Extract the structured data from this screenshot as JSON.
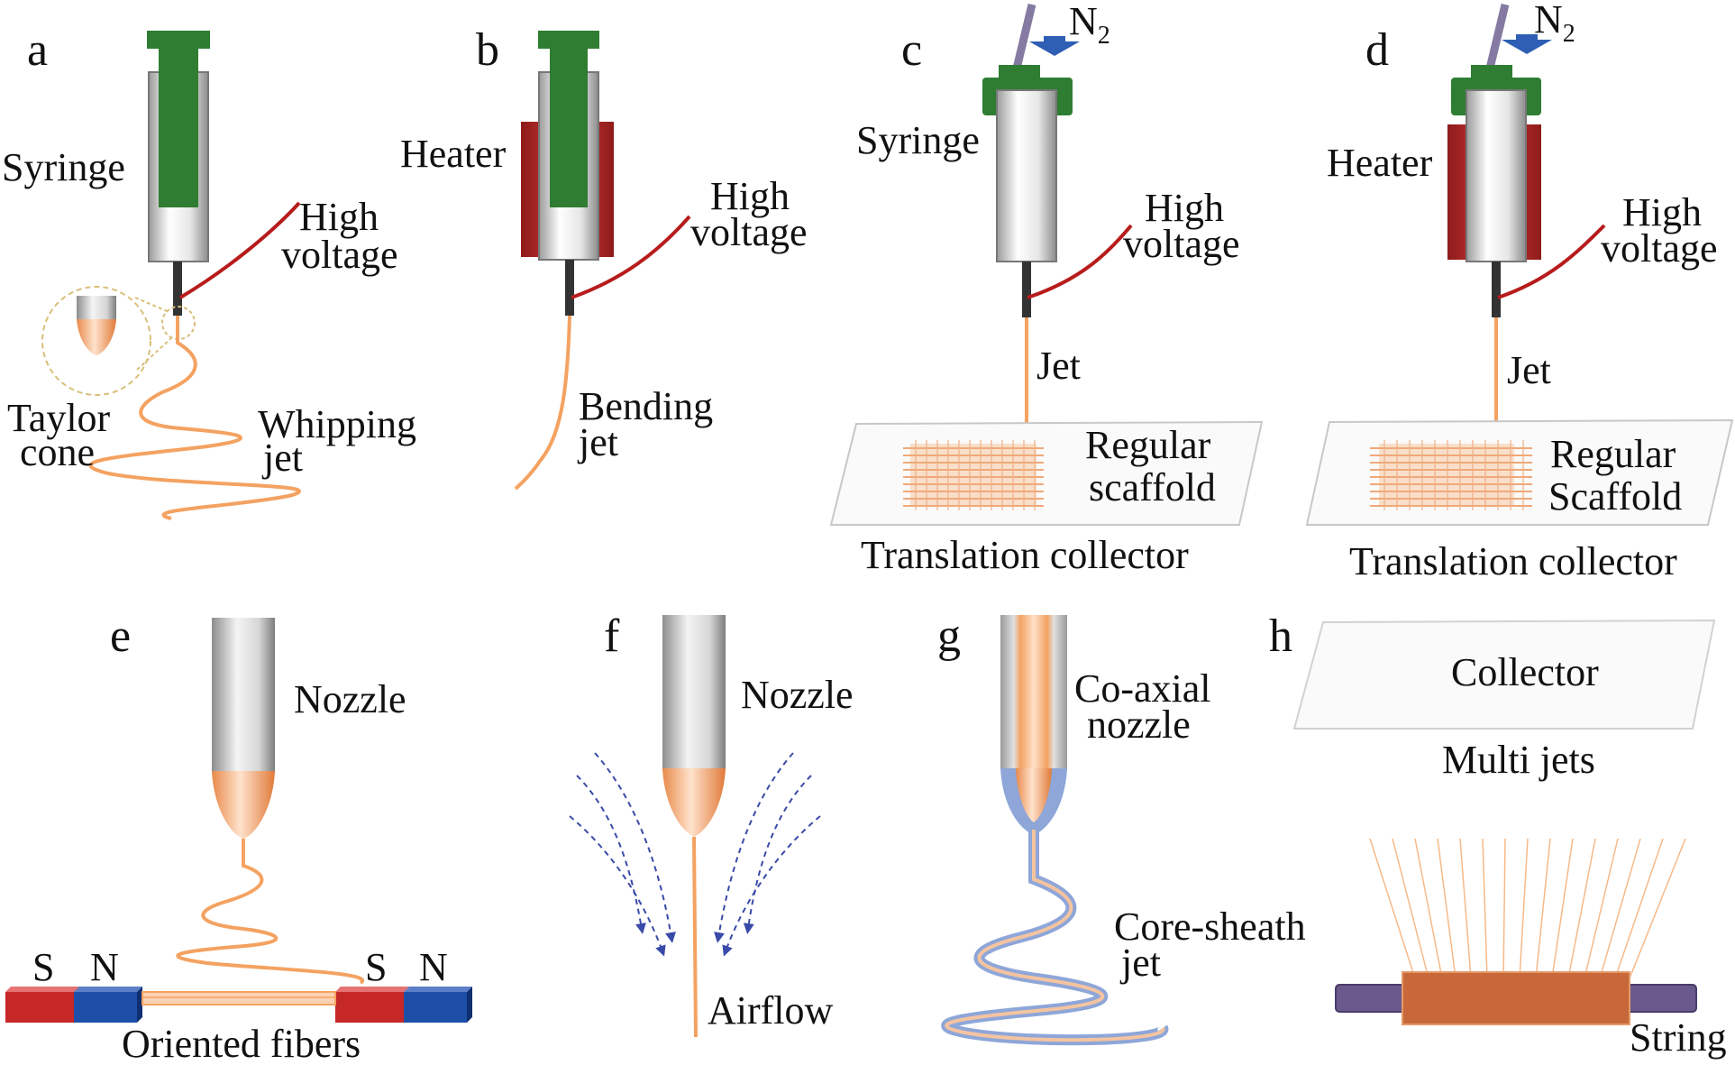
{
  "panels": {
    "a": {
      "letter": "a",
      "syringe": "Syringe",
      "hv1": "High",
      "hv2": "voltage",
      "taylor1": "Taylor",
      "taylor2": "cone",
      "whip1": "Whipping",
      "whip2": "jet"
    },
    "b": {
      "letter": "b",
      "heater": "Heater",
      "hv1": "High",
      "hv2": "voltage",
      "bend1": "Bending",
      "bend2": "jet"
    },
    "c": {
      "letter": "c",
      "gas": "N",
      "gas_sub": "2",
      "syringe": "Syringe",
      "hv1": "High",
      "hv2": "voltage",
      "jet": "Jet",
      "scaffold1": "Regular",
      "scaffold2": "scaffold",
      "collector": "Translation collector"
    },
    "d": {
      "letter": "d",
      "gas": "N",
      "gas_sub": "2",
      "heater": "Heater",
      "hv1": "High",
      "hv2": "voltage",
      "jet": "Jet",
      "scaffold1": "Regular",
      "scaffold2": "Scaffold",
      "collector": "Translation collector"
    },
    "e": {
      "letter": "e",
      "nozzle": "Nozzle",
      "s1": "S",
      "n1": "N",
      "s2": "S",
      "n2": "N",
      "fibers": "Oriented fibers"
    },
    "f": {
      "letter": "f",
      "nozzle": "Nozzle",
      "airflow": "Airflow"
    },
    "g": {
      "letter": "g",
      "nozzle1": "Co-axial",
      "nozzle2": "nozzle",
      "jet1": "Core-sheath",
      "jet2": "jet"
    },
    "h": {
      "letter": "h",
      "collector": "Collector",
      "multi": "Multi jets",
      "string": "String"
    }
  },
  "colors": {
    "plunger": "#2e7d32",
    "plunger_dark": "#1b5e20",
    "heater": "#c62828",
    "wire": "#b71c1c",
    "jet": "#f4a261",
    "jet_dark": "#e07b39",
    "gas_arrow": "#2e5fb4",
    "magnet_red": "#c62828",
    "magnet_blue": "#1e4fa8",
    "sheath": "#8ea6d8",
    "string": "#6a5a8c"
  }
}
